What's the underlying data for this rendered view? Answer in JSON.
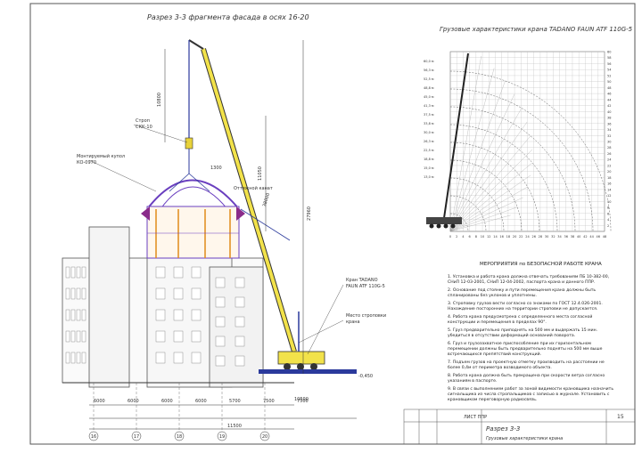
{
  "section": {
    "title": "Разрез 3-3 фрагмента фасада в осях 16-20",
    "dims_vertical": [
      "10800",
      "27960",
      "11050"
    ],
    "boom_dim": "38000",
    "slinging_dim": "1300",
    "dims_horizontal": [
      "6000",
      "6000",
      "6000",
      "6000",
      "5700",
      "7500",
      "7500"
    ],
    "total_width": "11500",
    "base_dim": "10500",
    "level_mark": "-0,450",
    "axes": [
      "16",
      "17",
      "18",
      "19",
      "20"
    ]
  },
  "annotations": {
    "sling": {
      "title": "Строп",
      "value": "СКК-10"
    },
    "dome": {
      "title": "Монтируемый купол",
      "value": "КО-0970"
    },
    "tag_line": "Оттяжной канат",
    "crane": {
      "title": "Кран TADANO",
      "value": "FAUN ATF 110G-5"
    },
    "slinging_place": {
      "title": "Место строповки",
      "value": "крана"
    }
  },
  "load_chart": {
    "title": "Грузовые характеристики крана TADANO FAUN ATF 110G-5",
    "x_ticks": [
      "0",
      "2",
      "4",
      "6",
      "8",
      "10",
      "12",
      "14",
      "16",
      "18",
      "20",
      "22",
      "24",
      "26",
      "28",
      "30",
      "32",
      "34",
      "36",
      "38",
      "40",
      "42",
      "44",
      "46",
      "48"
    ],
    "y_ticks": [
      "2",
      "4",
      "6",
      "8",
      "10",
      "12",
      "14",
      "16",
      "18",
      "20",
      "22",
      "24",
      "26",
      "28",
      "30",
      "32",
      "34",
      "36",
      "38",
      "40",
      "42",
      "44",
      "46",
      "48",
      "50",
      "52",
      "54",
      "56",
      "58",
      "60"
    ],
    "boom_lengths": [
      "60,0 м",
      "56,3 м",
      "52,5 м",
      "48,8 м",
      "45,0 м",
      "41,3 м",
      "37,5 м",
      "33,8 м",
      "30,0 м",
      "26,3 м",
      "22,5 м",
      "18,8 м",
      "15,0 м",
      "13,0 м"
    ]
  },
  "measures": {
    "title": "МЕРОПРИЯТИЯ по БЕЗОПАСНОЙ РАБОТЕ КРАНА",
    "items": [
      "1. Установка и работа крана должна отвечать требованиям ПБ 10-382-00, СНиП 12-03-2001, СНиП 12-04-2002, паспорта крана и данного ППР.",
      "2. Основание под стоянку и пути перемещения крана должны быть спланированы без уклонов и уплотнены.",
      "3. Строповку грузов вести согласно со знаками по ГОСТ 12.4.026-2001. Нахождение посторонних на территории строповки не допускается.",
      "4. Работа крана предусмотрена с определенного места согласной конструкции и перемещения в пределах 90°.",
      "5. Груз предварительно приподнять на 500 мм и выдержать 15 мин. убедиться в отсутствии деформаций оснований поворота.",
      "6. Груз и грузозахватное приспособление при их горизонтальном перемещении должны быть предварительно подняты на 500 мм выше встречающихся препятствий конструкций.",
      "7. Подъем грузов на проектную отметку производить на расстоянии не более 0,4м от периметра возводимого объекта.",
      "8. Работа крана должна быть прекращена при скорости ветра согласно указаниям в паспорте.",
      "9. В связи с выполнением работ за зоной видимости крановщика назначить сигнальщика из числа стропальщиков с записью в журнале. Установить с крановщиком переговорную радиосвязь."
    ]
  },
  "title_block": {
    "code": "ЛИСТ ППР",
    "sheet_title": "Разрез 3-3",
    "subtitle": "Грузовые характеристики крана",
    "sheet_no": "15"
  }
}
